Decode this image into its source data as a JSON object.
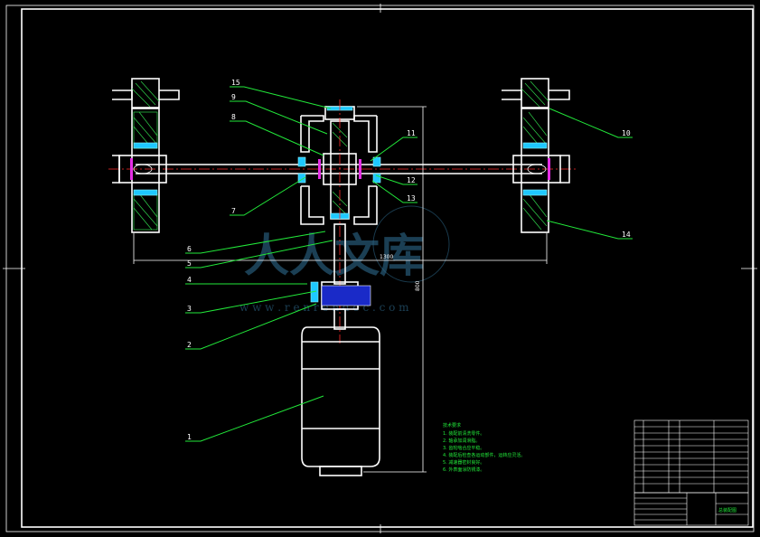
{
  "drawing": {
    "callouts": [
      {
        "id": "p1",
        "text": "1"
      },
      {
        "id": "p2",
        "text": "2"
      },
      {
        "id": "p3",
        "text": "3"
      },
      {
        "id": "p4",
        "text": "4"
      },
      {
        "id": "p5",
        "text": "5"
      },
      {
        "id": "p6",
        "text": "6"
      },
      {
        "id": "p7",
        "text": "7"
      },
      {
        "id": "p8",
        "text": "8"
      },
      {
        "id": "p9",
        "text": "9"
      },
      {
        "id": "p10",
        "text": "10"
      },
      {
        "id": "p11",
        "text": "11"
      },
      {
        "id": "p12",
        "text": "12"
      },
      {
        "id": "p13",
        "text": "13"
      },
      {
        "id": "p14",
        "text": "14"
      },
      {
        "id": "p15",
        "text": "15"
      }
    ],
    "dimensions": {
      "width_label": "1300",
      "height_label": "800"
    }
  },
  "technical_notes": {
    "heading": "技术要求",
    "lines": [
      "1. 装配前清洗零件。",
      "2. 轴承加润滑脂。",
      "3. 齿轮啮合应平稳。",
      "4. 装配后检查各运动部件，运转应灵活。",
      "5. 减速器密封良好。",
      "6. 外表面涂防锈漆。"
    ]
  },
  "title_block": {
    "title": "总装配图"
  },
  "watermark": {
    "logo_text": "人人文库",
    "url_text": "w w w . r e n r e n d o c . c o m"
  },
  "colors": {
    "leader": "#22e83a",
    "outline": "#ffffff",
    "bearing": "#1ec8ff",
    "key": "#e62ee6",
    "center_line": "#ff2a2a"
  }
}
